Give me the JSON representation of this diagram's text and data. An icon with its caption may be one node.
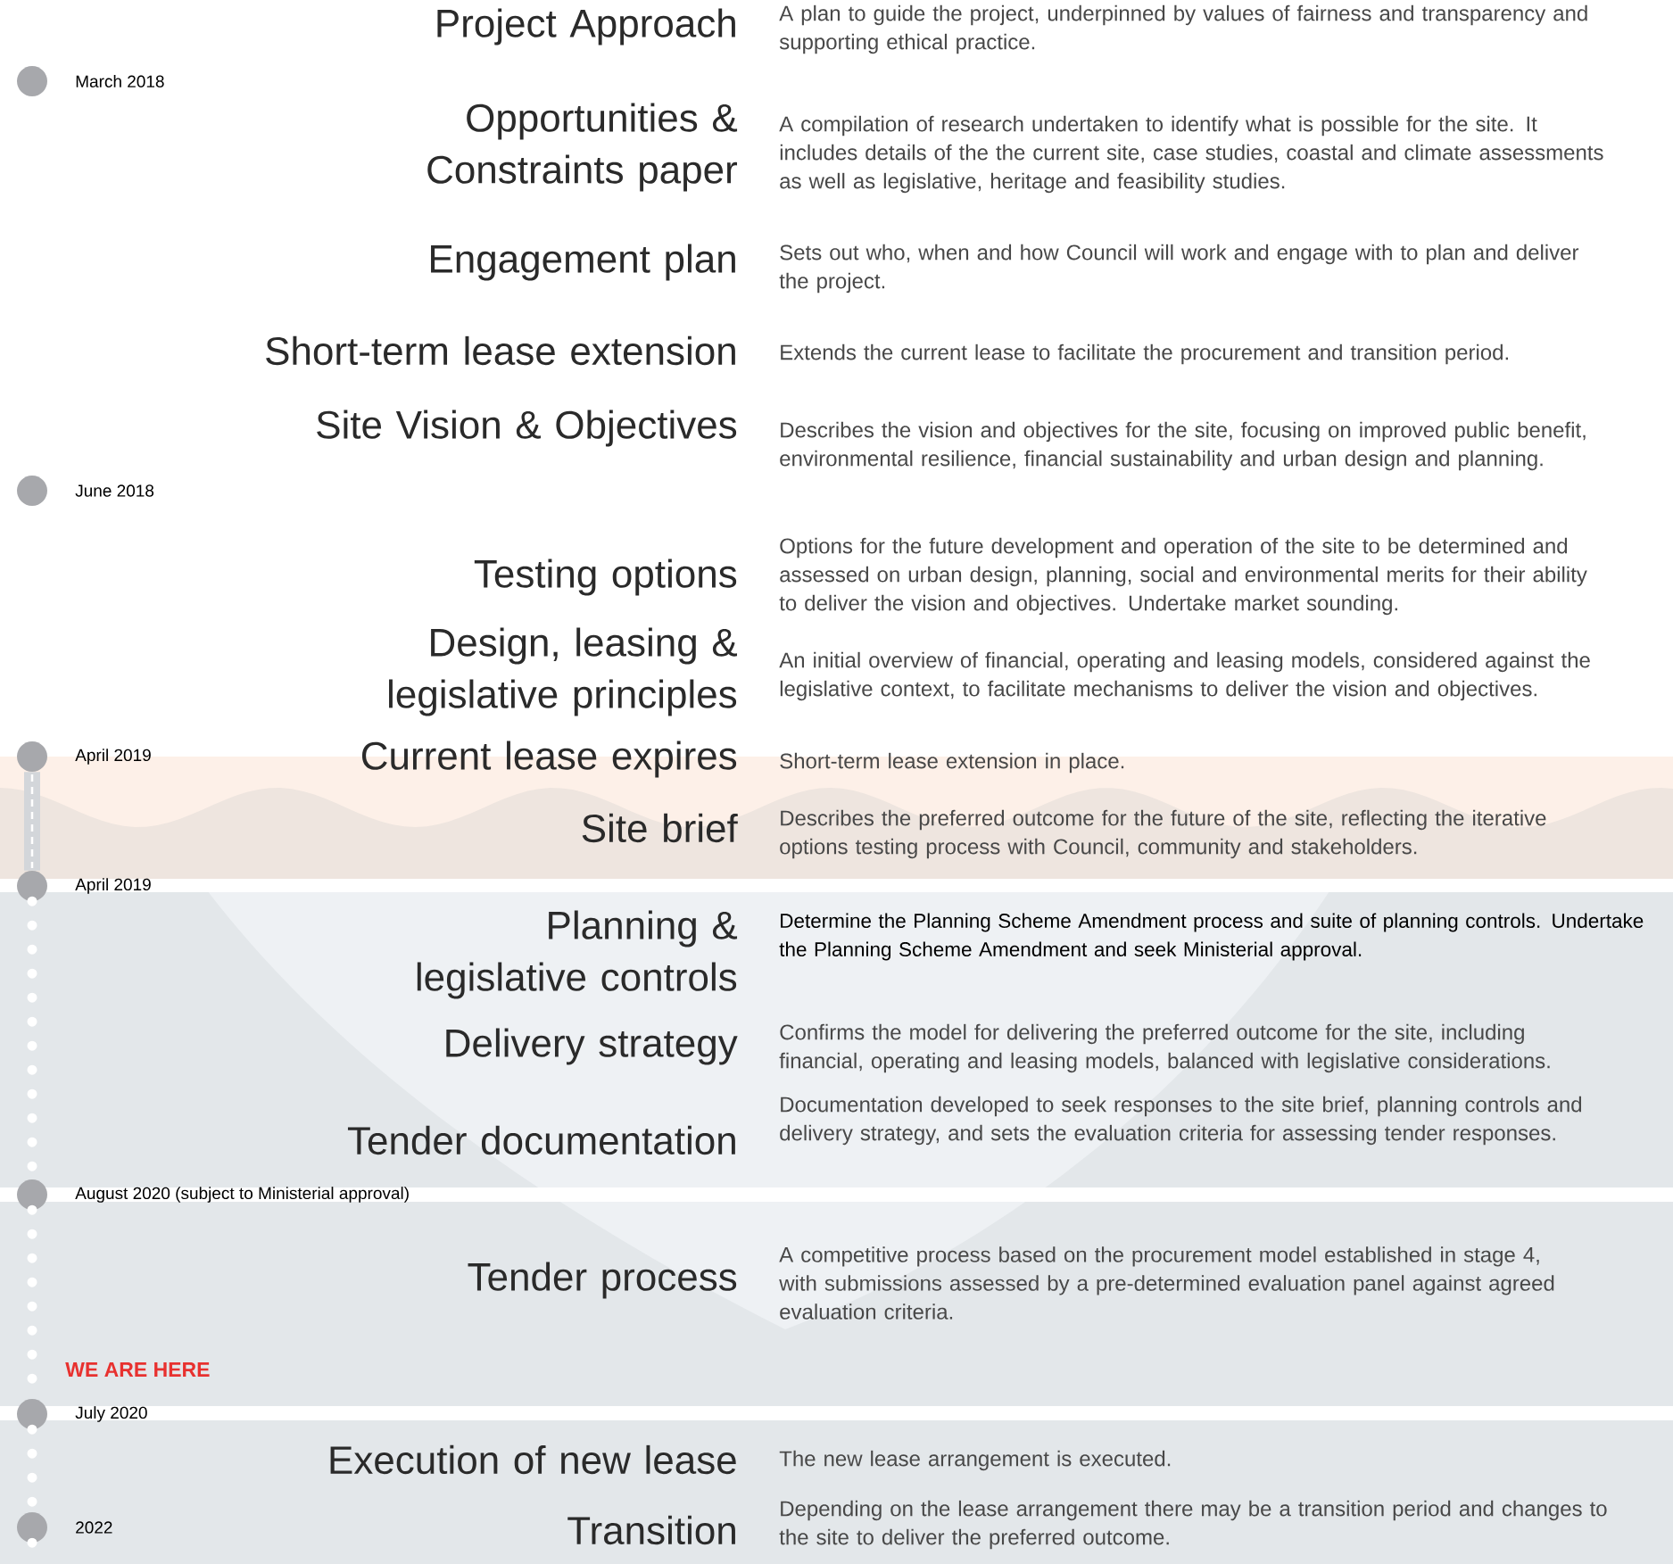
{
  "diagram": {
    "nodes": [
      {
        "text": [],
        "shape": "circle",
        "beside": [
          "March 2018"
        ]
      },
      {
        "text": [],
        "shape": "circle",
        "beside": [
          "June 2018"
        ]
      },
      {
        "text": [],
        "shape": "circle",
        "beside": [
          "April 2019"
        ]
      },
      {
        "text": [],
        "shape": "circle",
        "beside": [
          "April 2019"
        ]
      },
      {
        "text": [],
        "shape": "circle",
        "beside": [
          "August 2020 (subject to Ministerial approval)"
        ]
      },
      {
        "text": [],
        "shape": "circle",
        "beside": [
          "July 2020"
        ]
      },
      {
        "text": [],
        "shape": "circle",
        "beside": [
          "2022"
        ]
      }
    ],
    "edges": [
      {
        "from": 2,
        "to": 3,
        "arrow": "none",
        "color": "#d3d6da"
      },
      {
        "from": 3,
        "to": 4,
        "arrow": "none",
        "style": "dashed"
      },
      {
        "from": 4,
        "to": 5,
        "arrow": "none",
        "style": "dashed"
      },
      {
        "from": 5,
        "to": 6,
        "arrow": "none",
        "style": "dashed"
      },
      {
        "from": 6,
        "to": null,
        "arrow": "none",
        "style": "dashed"
      }
    ],
    "labels": [
      "Project Approach",
      "A plan to guide the project, underpinned by values of fairness and transparency and supporting ethical practice.",
      "Opportunities & Constraints paper",
      "A compilation of research undertaken to identify what is possible for the site. It includes details of the the current site, case studies, coastal and climate assessments as well as legislative, heritage and feasibility studies.",
      "Engagement plan",
      "Sets out who, when and how Council will work and engage with to plan and deliver the project.",
      "Short-term lease extension",
      "Extends the current lease to facilitate the procurement and transition period.",
      "Site Vision & Objectives",
      "Describes the vision and objectives for the site, focusing on improved public benefit, environmental resilience, financial sustainability and urban design and planning.",
      "Testing options",
      "Options for the future development and operation of the site to be determined and assessed on urban design, planning, social and environmental merits for their ability to deliver the vision and objectives. Undertake market sounding.",
      "Design, leasing & legislative principles",
      "An initial overview of financial, operating and leasing models, considered against the legislative context, to facilitate mechanisms to deliver the vision and objectives.",
      "Current lease expires",
      "Short-term lease extension in place.",
      "Site brief",
      "Describes the preferred outcome for the future of the site, reflecting the iterative options testing process with Council, community and stakeholders.",
      "Planning & legislative controls",
      "Determine the Planning Scheme Amendment process and suite of planning controls. Undertake the Planning Scheme Amendment and seek Ministerial approval.",
      "Delivery strategy",
      "Confirms the model for delivering the preferred outcome for the site, including financial, operating and leasing models, balanced with legislative considerations.",
      "Tender documentation",
      "Documentation developed to seek responses to the site brief, planning controls and delivery strategy, and sets the evaluation criteria for assessing tender responses.",
      "Tender process",
      "A competitive process based on the procurement model established in stage 4, with submissions assessed by a pre-determined evaluation panel against agreed evaluation criteria.",
      "WE ARE HERE",
      "Execution of new lease",
      "The new lease arrangement is executed.",
      "Transition",
      "Depending on the lease arrangement there may be a transition period and changes to the site to deliver the preferred outcome."
    ]
  }
}
